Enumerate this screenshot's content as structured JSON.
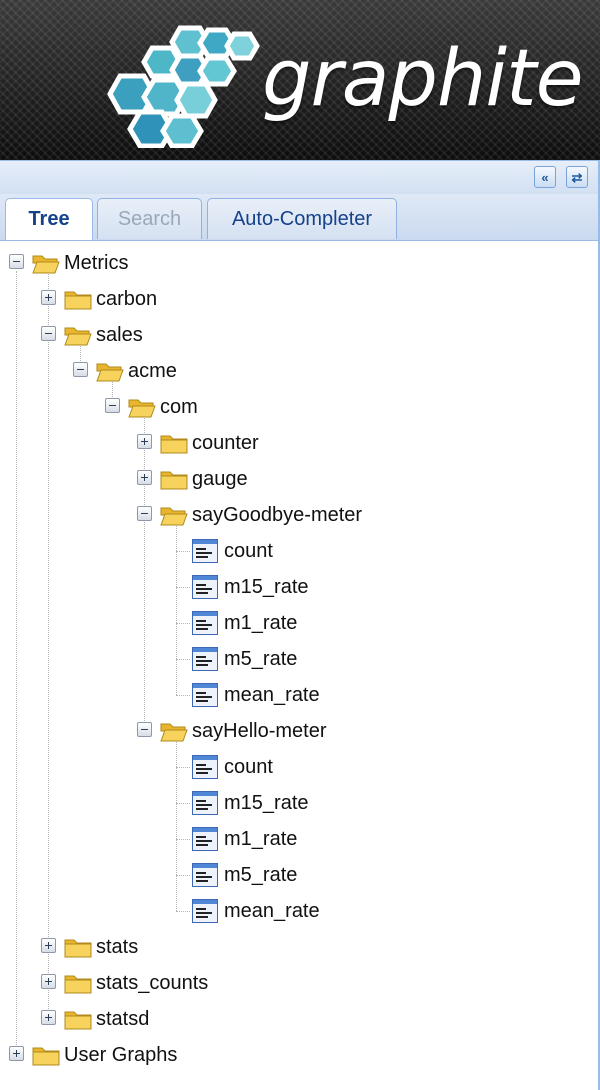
{
  "header": {
    "logo_text": "graphite"
  },
  "toolbar": {
    "collapse_icon": "double-chevron-left-icon",
    "refresh_icon": "refresh-icon"
  },
  "tabs": [
    {
      "label": "Tree",
      "active": true
    },
    {
      "label": "Search",
      "active": false,
      "disabled": true
    },
    {
      "label": "Auto-Completer",
      "active": false
    }
  ],
  "tree": {
    "nodes": [
      {
        "label": "Metrics",
        "type": "folder",
        "depth": 0,
        "expanded": true
      },
      {
        "label": "carbon",
        "type": "folder",
        "depth": 1,
        "expanded": false
      },
      {
        "label": "sales",
        "type": "folder",
        "depth": 1,
        "expanded": true
      },
      {
        "label": "acme",
        "type": "folder",
        "depth": 2,
        "expanded": true
      },
      {
        "label": "com",
        "type": "folder",
        "depth": 3,
        "expanded": true
      },
      {
        "label": "counter",
        "type": "folder",
        "depth": 4,
        "expanded": false
      },
      {
        "label": "gauge",
        "type": "folder",
        "depth": 4,
        "expanded": false
      },
      {
        "label": "sayGoodbye-meter",
        "type": "folder",
        "depth": 4,
        "expanded": true
      },
      {
        "label": "count",
        "type": "leaf",
        "depth": 5
      },
      {
        "label": "m15_rate",
        "type": "leaf",
        "depth": 5
      },
      {
        "label": "m1_rate",
        "type": "leaf",
        "depth": 5
      },
      {
        "label": "m5_rate",
        "type": "leaf",
        "depth": 5
      },
      {
        "label": "mean_rate",
        "type": "leaf",
        "depth": 5
      },
      {
        "label": "sayHello-meter",
        "type": "folder",
        "depth": 4,
        "expanded": true
      },
      {
        "label": "count",
        "type": "leaf",
        "depth": 5
      },
      {
        "label": "m15_rate",
        "type": "leaf",
        "depth": 5
      },
      {
        "label": "m1_rate",
        "type": "leaf",
        "depth": 5
      },
      {
        "label": "m5_rate",
        "type": "leaf",
        "depth": 5
      },
      {
        "label": "mean_rate",
        "type": "leaf",
        "depth": 5
      },
      {
        "label": "stats",
        "type": "folder",
        "depth": 1,
        "expanded": false
      },
      {
        "label": "stats_counts",
        "type": "folder",
        "depth": 1,
        "expanded": false
      },
      {
        "label": "statsd",
        "type": "folder",
        "depth": 1,
        "expanded": false
      },
      {
        "label": "User Graphs",
        "type": "folder",
        "depth": 0,
        "expanded": false
      }
    ]
  },
  "colors": {
    "accent": "#15428b",
    "panel_border": "#99bbe8",
    "folder": "#f5c842"
  }
}
